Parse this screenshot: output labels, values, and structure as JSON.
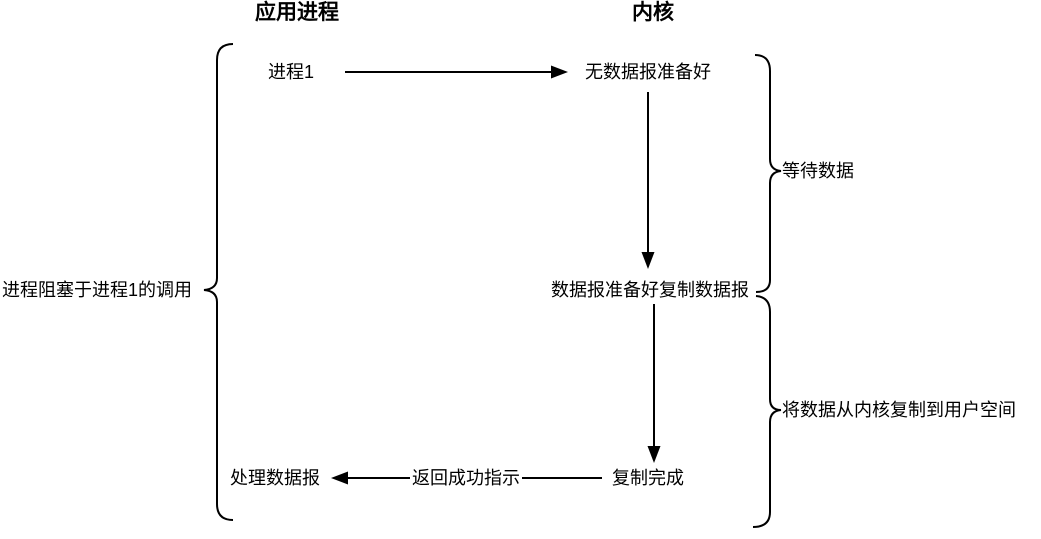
{
  "diagram": {
    "title": "blocking-io-model",
    "headers": {
      "app_process": "应用进程",
      "kernel": "内核"
    },
    "nodes": {
      "process1": "进程1",
      "no_datagram_ready": "无数据报准备好",
      "datagram_ready_copy": "数据报准备好复制数据报",
      "copy_complete": "复制完成",
      "process_datagram": "处理数据报"
    },
    "edge_labels": {
      "return_success": "返回成功指示"
    },
    "annotations": {
      "blocked_on_call": "进程阻塞于进程1的调用",
      "wait_for_data": "等待数据",
      "copy_kernel_to_user": "将数据从内核复制到用户空间"
    },
    "colors": {
      "background": "#ffffff",
      "line": "#000000",
      "text": "#000000"
    }
  }
}
